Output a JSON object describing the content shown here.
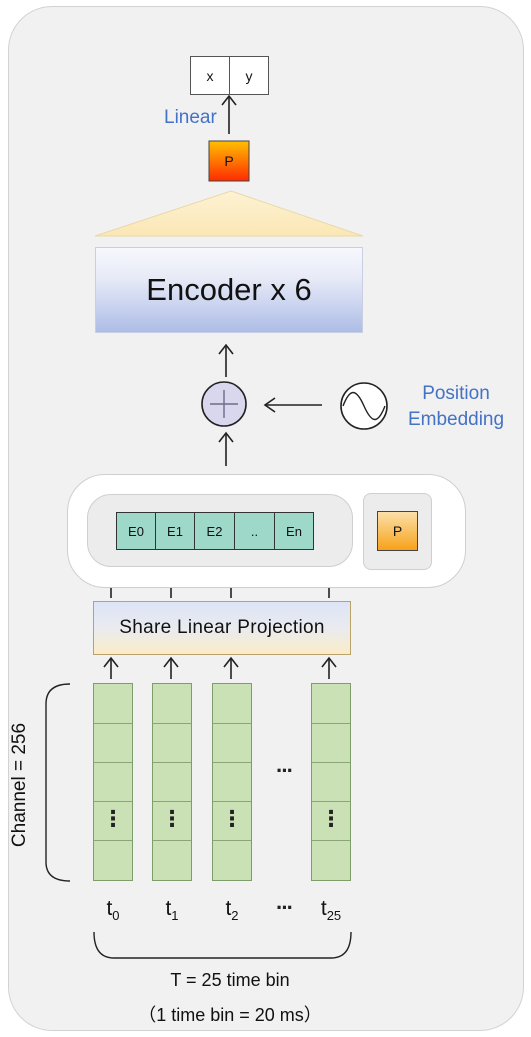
{
  "output": {
    "cells": [
      "x",
      "y"
    ],
    "linear_label": "Linear",
    "p_label": "P"
  },
  "encoder": {
    "label": "Encoder x 6"
  },
  "position_embedding": {
    "line1": "Position",
    "line2": "Embedding"
  },
  "embeddings": {
    "cells": [
      {
        "base": "E",
        "sub": "0"
      },
      {
        "base": "E",
        "sub": "1"
      },
      {
        "base": "E",
        "sub": "2"
      },
      {
        "base": "..",
        "sub": ""
      },
      {
        "base": "E",
        "sub": "n"
      }
    ],
    "p_label": "P"
  },
  "projection": {
    "label": "Share Linear Projection"
  },
  "channel_label": "Channel = 256",
  "time_columns": [
    {
      "base": "t",
      "sub": "0"
    },
    {
      "base": "t",
      "sub": "1"
    },
    {
      "base": "t",
      "sub": "2"
    },
    {
      "base": "t",
      "sub": "25"
    }
  ],
  "ellipsis": "···",
  "vertical_dots": "⋮",
  "time_caption": {
    "line1": "T = 25 time bin",
    "line2": "（1 time bin = 20 ms）"
  },
  "colors": {
    "panel_bg": "#f1f1f1",
    "encoder_gradient_bottom": "#aebce6",
    "embedding_cell": "#9ed8c9",
    "token_column": "#c9e1b4",
    "accent_text": "#4472c4",
    "p_gradient_top": "#ffc000",
    "p_gradient_bottom": "#ff2a00"
  }
}
